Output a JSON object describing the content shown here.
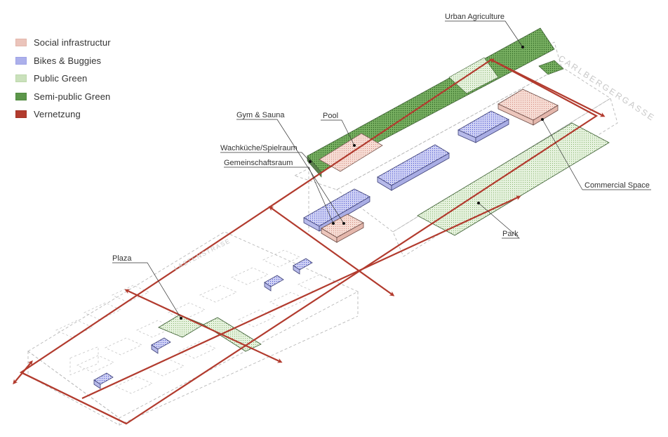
{
  "legend": {
    "items": [
      {
        "label": "Social infrastructur",
        "key": "social"
      },
      {
        "label": "Bikes & Buggies",
        "key": "bikes"
      },
      {
        "label": "Public Green",
        "key": "public"
      },
      {
        "label": "Semi-public Green",
        "key": "semi"
      },
      {
        "label": "Vernetzung",
        "key": "vernetzung"
      }
    ]
  },
  "colors": {
    "social_fill": "#f4d7cf",
    "bikes_fill": "#c9cbf2",
    "public_fill": "#e3f0da",
    "semi_fill": "#6fa85a",
    "vernetzung": "#b23b2e",
    "outline_grey": "#b5b5b5"
  },
  "labels": {
    "urban_agriculture": "Urban Agriculture",
    "gym_sauna": "Gym & Sauna",
    "pool": "Pool",
    "wachkueche": "Wachküche/Spielraum",
    "gemeinschaftsraum": "Gemeinschaftsraum",
    "commercial_space": "Commercial Space",
    "park": "Park",
    "plaza": "Plaza"
  },
  "streets": {
    "carlbergergasse": "CARLBERGERGASSE",
    "lastenstrasse": "LASTENSTRASE"
  }
}
